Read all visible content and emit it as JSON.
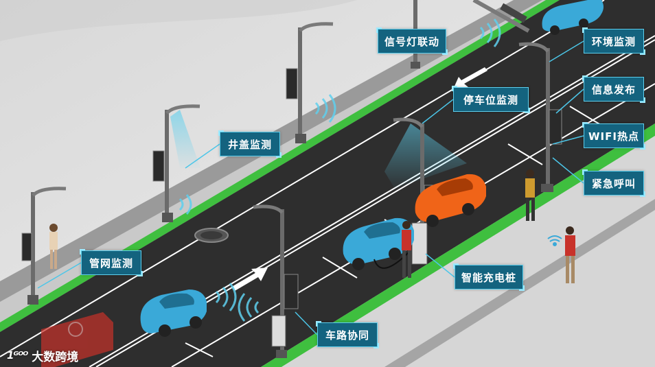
{
  "labels": {
    "signal_linkage": "信号灯联动",
    "environment_monitoring": "环境监测",
    "info_release": "信息发布",
    "parking_monitoring": "停车位监测",
    "wifi_hotspot": "WIFI热点",
    "manhole_monitoring": "井盖监测",
    "emergency_call": "紧急呼叫",
    "pipe_network_monitoring": "管网监测",
    "smart_charging_pile": "智能充电桩",
    "vehicle_road_coordination": "车路协同"
  },
  "watermark": {
    "logo_text": "1ᴳᴼᴼ",
    "brand_text": "大数跨境"
  },
  "colors": {
    "tag_fill": "#14637f",
    "tag_border": "#5fd0ee",
    "road": "#2b2b2b",
    "green_strip": "#3fbf3f",
    "sidewalk": "#d4d4d4",
    "car_blue": "#3aa9d8",
    "car_orange": "#f06418",
    "beam_cyan": "#5fd0ee",
    "leader_line": "#4cc6e8"
  }
}
